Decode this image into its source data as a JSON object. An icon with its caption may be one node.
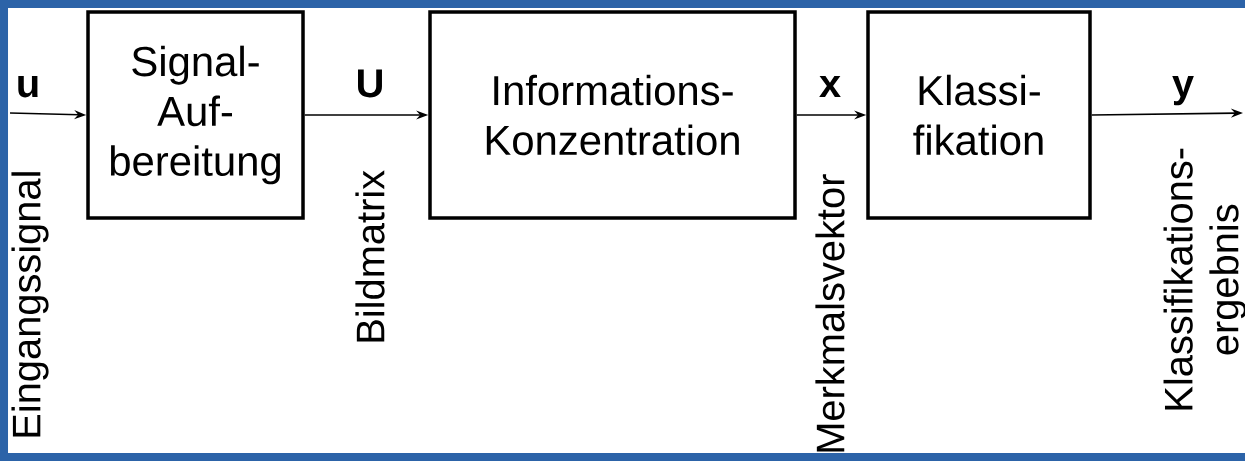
{
  "diagram": {
    "nodes": [
      {
        "text": [
          "Signal- Auf- bereitung"
        ]
      },
      {
        "text": [
          "Informations- Konzentration"
        ]
      },
      {
        "text": [
          "Klassi- fikation"
        ]
      }
    ],
    "edges": [
      {
        "from": null,
        "to": 0,
        "arrow": "to",
        "label": "u"
      },
      {
        "from": 0,
        "to": 1,
        "arrow": "to",
        "label": "U"
      },
      {
        "from": 1,
        "to": 2,
        "arrow": "to",
        "label": "x"
      },
      {
        "from": 2,
        "to": null,
        "arrow": "to",
        "label": "y"
      }
    ],
    "labels": [
      "Eingangssignal",
      "Bildmatrix",
      "Merkmalsvektor",
      "Klassifikations- ergebnis"
    ]
  }
}
